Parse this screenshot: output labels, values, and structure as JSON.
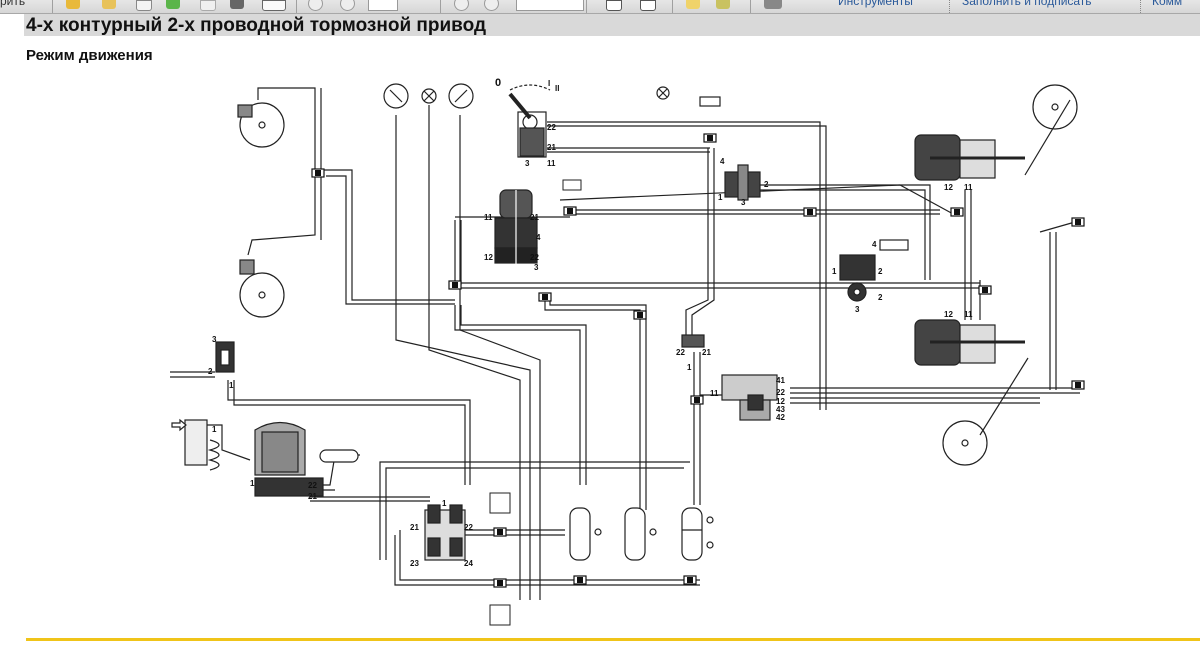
{
  "toolbar": {
    "left_label": "рить",
    "page_field_value": "",
    "zoom_field_value": "",
    "links": [
      "Инструменты",
      "Заполнить и подписать",
      "Комм"
    ]
  },
  "header": {
    "title": "4-х контурный 2-х проводной тормозной привод",
    "subtitle": "Режим движения"
  },
  "diagram": {
    "ignition_switch_positions": [
      "0",
      "I",
      "II"
    ],
    "ignition_ports": [
      "22",
      "21",
      "3",
      "11"
    ],
    "brake_valve_ports": [
      "11",
      "21",
      "4",
      "12",
      "22",
      "3"
    ],
    "relay_valve_ports": [
      "4",
      "1",
      "2",
      "3"
    ],
    "trailer_valve_ports": [
      "4",
      "1",
      "2",
      "2",
      "3"
    ],
    "rear_chamber_ports": [
      "12",
      "11"
    ],
    "rear_chamber2_ports": [
      "12",
      "11"
    ],
    "double_check_ports": [
      "22",
      "21",
      "1"
    ],
    "trailer_control_ports": [
      "41",
      "22",
      "12",
      "43",
      "42",
      "11"
    ],
    "unloader_ports": [
      "3",
      "2",
      "1"
    ],
    "compressor_ports": [
      "1"
    ],
    "dryer_ports": [
      "1",
      "22",
      "21"
    ],
    "protection_valve_ports": [
      "1",
      "21",
      "22",
      "23",
      "24"
    ]
  }
}
